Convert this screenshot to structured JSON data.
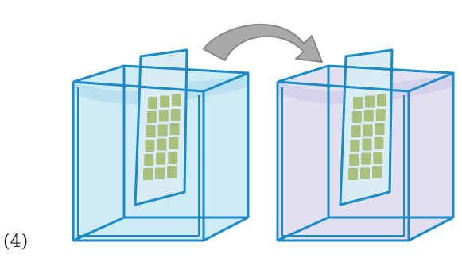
{
  "figure": {
    "step_label": "(4)",
    "icons": [
      "curved-arrow-icon"
    ],
    "colors": {
      "outline": "#1b8ac6",
      "left_liquid": "#cdebf4",
      "right_liquid": "#e1e0f0",
      "slide_fill": "#d8ecf6",
      "sample_squares": "#a9bf7b",
      "arrow_fill": "#a9a9a9",
      "arrow_stroke": "#888888"
    },
    "tanks": [
      {
        "name": "left-tank",
        "sample_rows": 6,
        "sample_cols": 3
      },
      {
        "name": "right-tank",
        "sample_rows": 6,
        "sample_cols": 3
      }
    ]
  }
}
